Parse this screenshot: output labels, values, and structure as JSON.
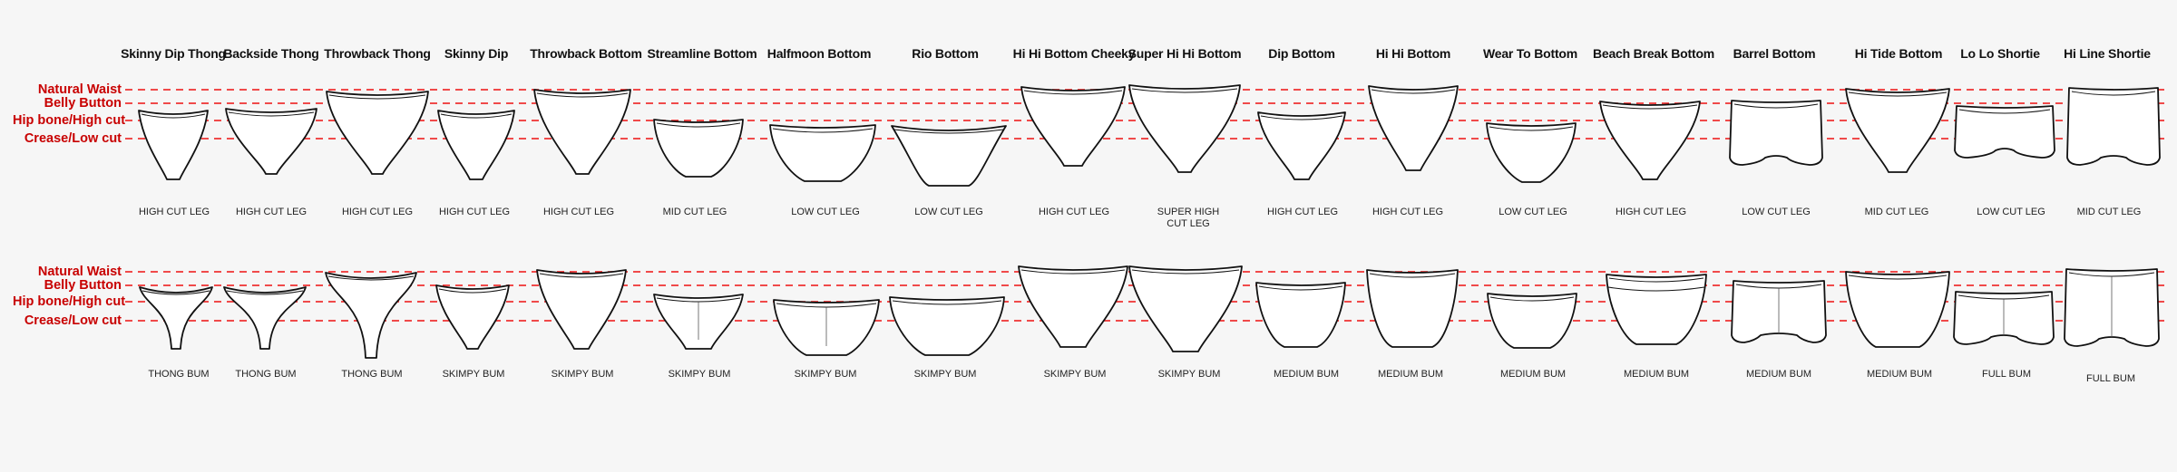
{
  "levels": [
    "Natural Waist",
    "Belly Button",
    "Hip bone/High cut",
    "Crease/Low cut"
  ],
  "styles": [
    {
      "name": "Skinny Dip Thong",
      "leg": "HIGH CUT LEG",
      "bum": "THONG BUM"
    },
    {
      "name": "Backside Thong",
      "leg": "HIGH CUT LEG",
      "bum": "THONG BUM"
    },
    {
      "name": "Throwback Thong",
      "leg": "HIGH CUT LEG",
      "bum": "THONG BUM"
    },
    {
      "name": "Skinny Dip",
      "leg": "HIGH CUT LEG",
      "bum": "SKIMPY BUM"
    },
    {
      "name": "Throwback Bottom",
      "leg": "HIGH CUT LEG",
      "bum": "SKIMPY BUM"
    },
    {
      "name": "Streamline Bottom",
      "leg": "MID CUT LEG",
      "bum": "SKIMPY BUM"
    },
    {
      "name": "Halfmoon Bottom",
      "leg": "LOW CUT LEG",
      "bum": "SKIMPY  BUM"
    },
    {
      "name": "Rio Bottom",
      "leg": "LOW CUT LEG",
      "bum": "SKIMPY BUM"
    },
    {
      "name": "Hi Hi Bottom Cheeky",
      "leg": "HIGH CUT LEG",
      "bum": "SKIMPY  BUM"
    },
    {
      "name": "Super Hi Hi Bottom",
      "leg": "SUPER HIGH CUT LEG",
      "bum": "SKIMPY BUM"
    },
    {
      "name": "Dip Bottom",
      "leg": "HIGH CUT LEG",
      "bum": "MEDIUM BUM"
    },
    {
      "name": "Hi Hi Bottom",
      "leg": "HIGH CUT LEG",
      "bum": "MEDIUM BUM"
    },
    {
      "name": "Wear To Bottom",
      "leg": "LOW CUT LEG",
      "bum": "MEDIUM BUM"
    },
    {
      "name": "Beach Break Bottom",
      "leg": "HIGH CUT LEG",
      "bum": "MEDIUM BUM"
    },
    {
      "name": "Barrel Bottom",
      "leg": "LOW CUT LEG",
      "bum": "MEDIUM BUM"
    },
    {
      "name": "Hi Tide Bottom",
      "leg": "MID CUT LEG",
      "bum": "MEDIUM BUM"
    },
    {
      "name": "Lo Lo Shortie",
      "leg": "LOW CUT LEG",
      "bum": "FULL BUM"
    },
    {
      "name": "Hi Line Shortie",
      "leg": "MID CUT LEG",
      "bum": "FULL BUM"
    }
  ],
  "colors": {
    "guide_line": "#e11111",
    "level_text": "#c80000",
    "outline": "#111111"
  }
}
